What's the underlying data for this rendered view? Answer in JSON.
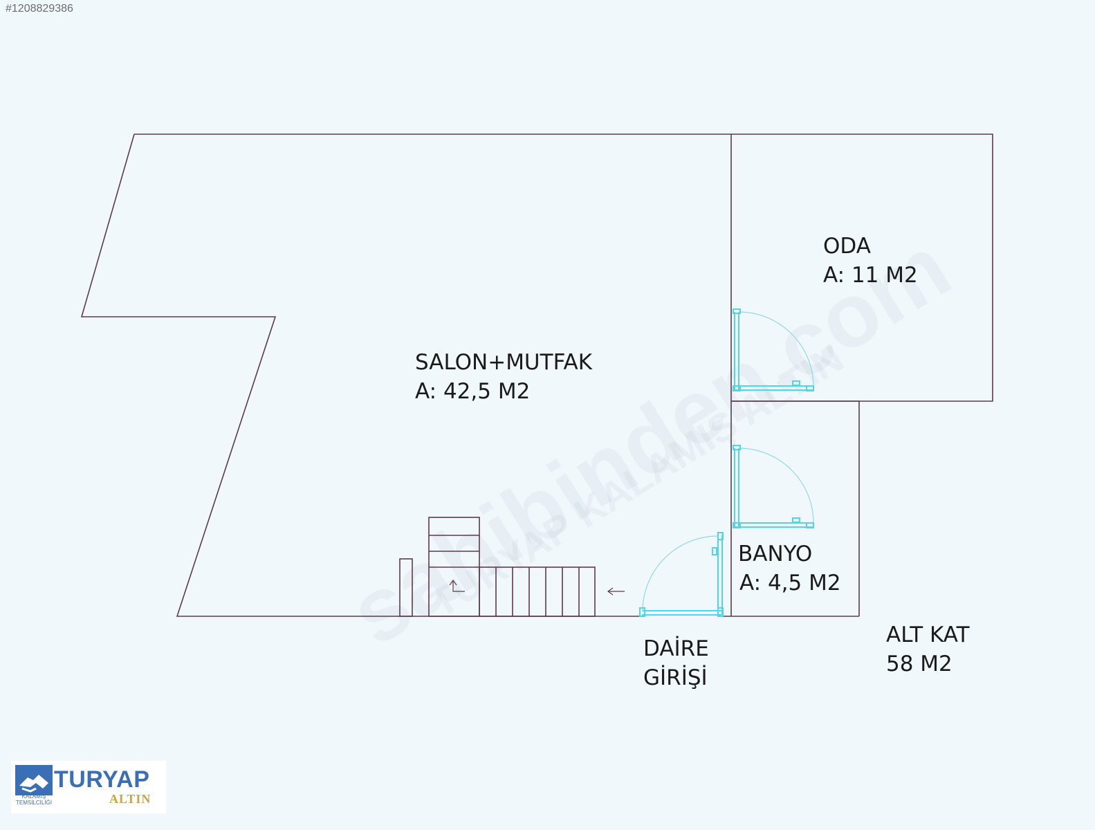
{
  "listing_id": "#1208829386",
  "rooms": {
    "salon": {
      "name": "SALON+MUTFAK",
      "area": "A: 42,5 M2"
    },
    "oda": {
      "name": "ODA",
      "area": "A: 11 M2"
    },
    "banyo": {
      "name": "BANYO",
      "area": "A: 4,5 M2"
    }
  },
  "entrance": {
    "line1": "DAİRE",
    "line2": "GİRİŞİ"
  },
  "floor_summary": {
    "line1": "ALT KAT",
    "line2": "58 M2"
  },
  "watermark": {
    "line1": "sahibinden.com",
    "line2": "TURYAP KALAMIŞ ALTIN"
  },
  "logo": {
    "brand": "TURYAP",
    "sub": "ALTIN",
    "office_line1": "KALAMIŞ",
    "office_line2": "TEMSİLCİLİĞİ"
  },
  "colors": {
    "background": "#f1f8fc",
    "wall": "#5a3a4a",
    "door": "#4fd6e8",
    "brand": "#3b6fb5",
    "gold": "#c9a24a"
  }
}
